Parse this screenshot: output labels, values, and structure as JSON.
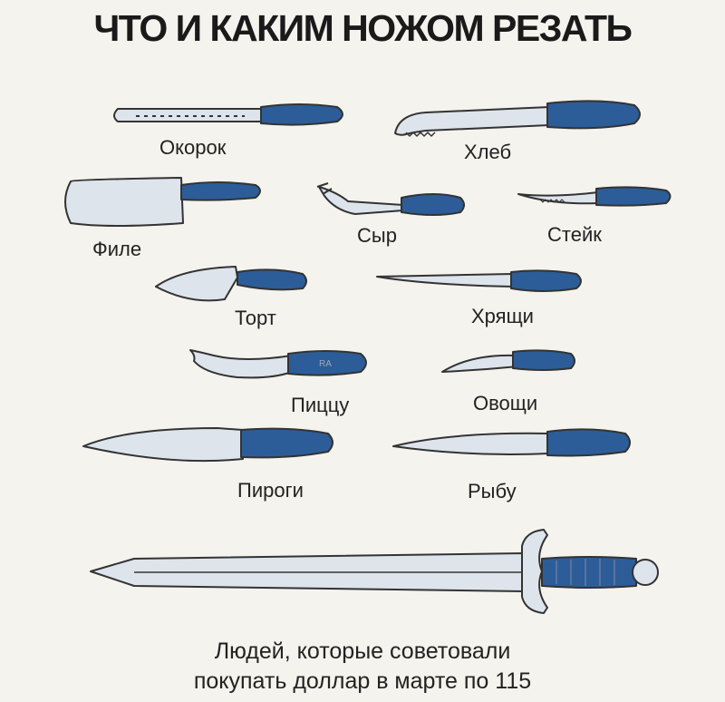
{
  "title": "ЧТО И КАКИМ НОЖОМ РЕЗАТЬ",
  "colors": {
    "handle": "#2c5d98",
    "blade": "#dde4ec",
    "outline": "#333333",
    "background": "#f5f3ee"
  },
  "knives": [
    {
      "label": "Окорок",
      "icon": "ham-slicer-knife-icon"
    },
    {
      "label": "Хлеб",
      "icon": "bread-knife-icon"
    },
    {
      "label": "Филе",
      "icon": "cleaver-icon"
    },
    {
      "label": "Сыр",
      "icon": "cheese-knife-icon"
    },
    {
      "label": "Стейк",
      "icon": "steak-knife-icon"
    },
    {
      "label": "Торт",
      "icon": "cake-server-icon"
    },
    {
      "label": "Хрящи",
      "icon": "boning-knife-icon"
    },
    {
      "label": "Пиццу",
      "icon": "pizza-knife-icon"
    },
    {
      "label": "Овощи",
      "icon": "paring-knife-icon"
    },
    {
      "label": "Пироги",
      "icon": "chef-knife-icon"
    },
    {
      "label": "Рыбу",
      "icon": "fillet-knife-icon"
    }
  ],
  "sword": {
    "icon": "sword-icon"
  },
  "caption": {
    "line1": "Людей, которые советовали",
    "line2": "покупать доллар в марте по 115"
  }
}
